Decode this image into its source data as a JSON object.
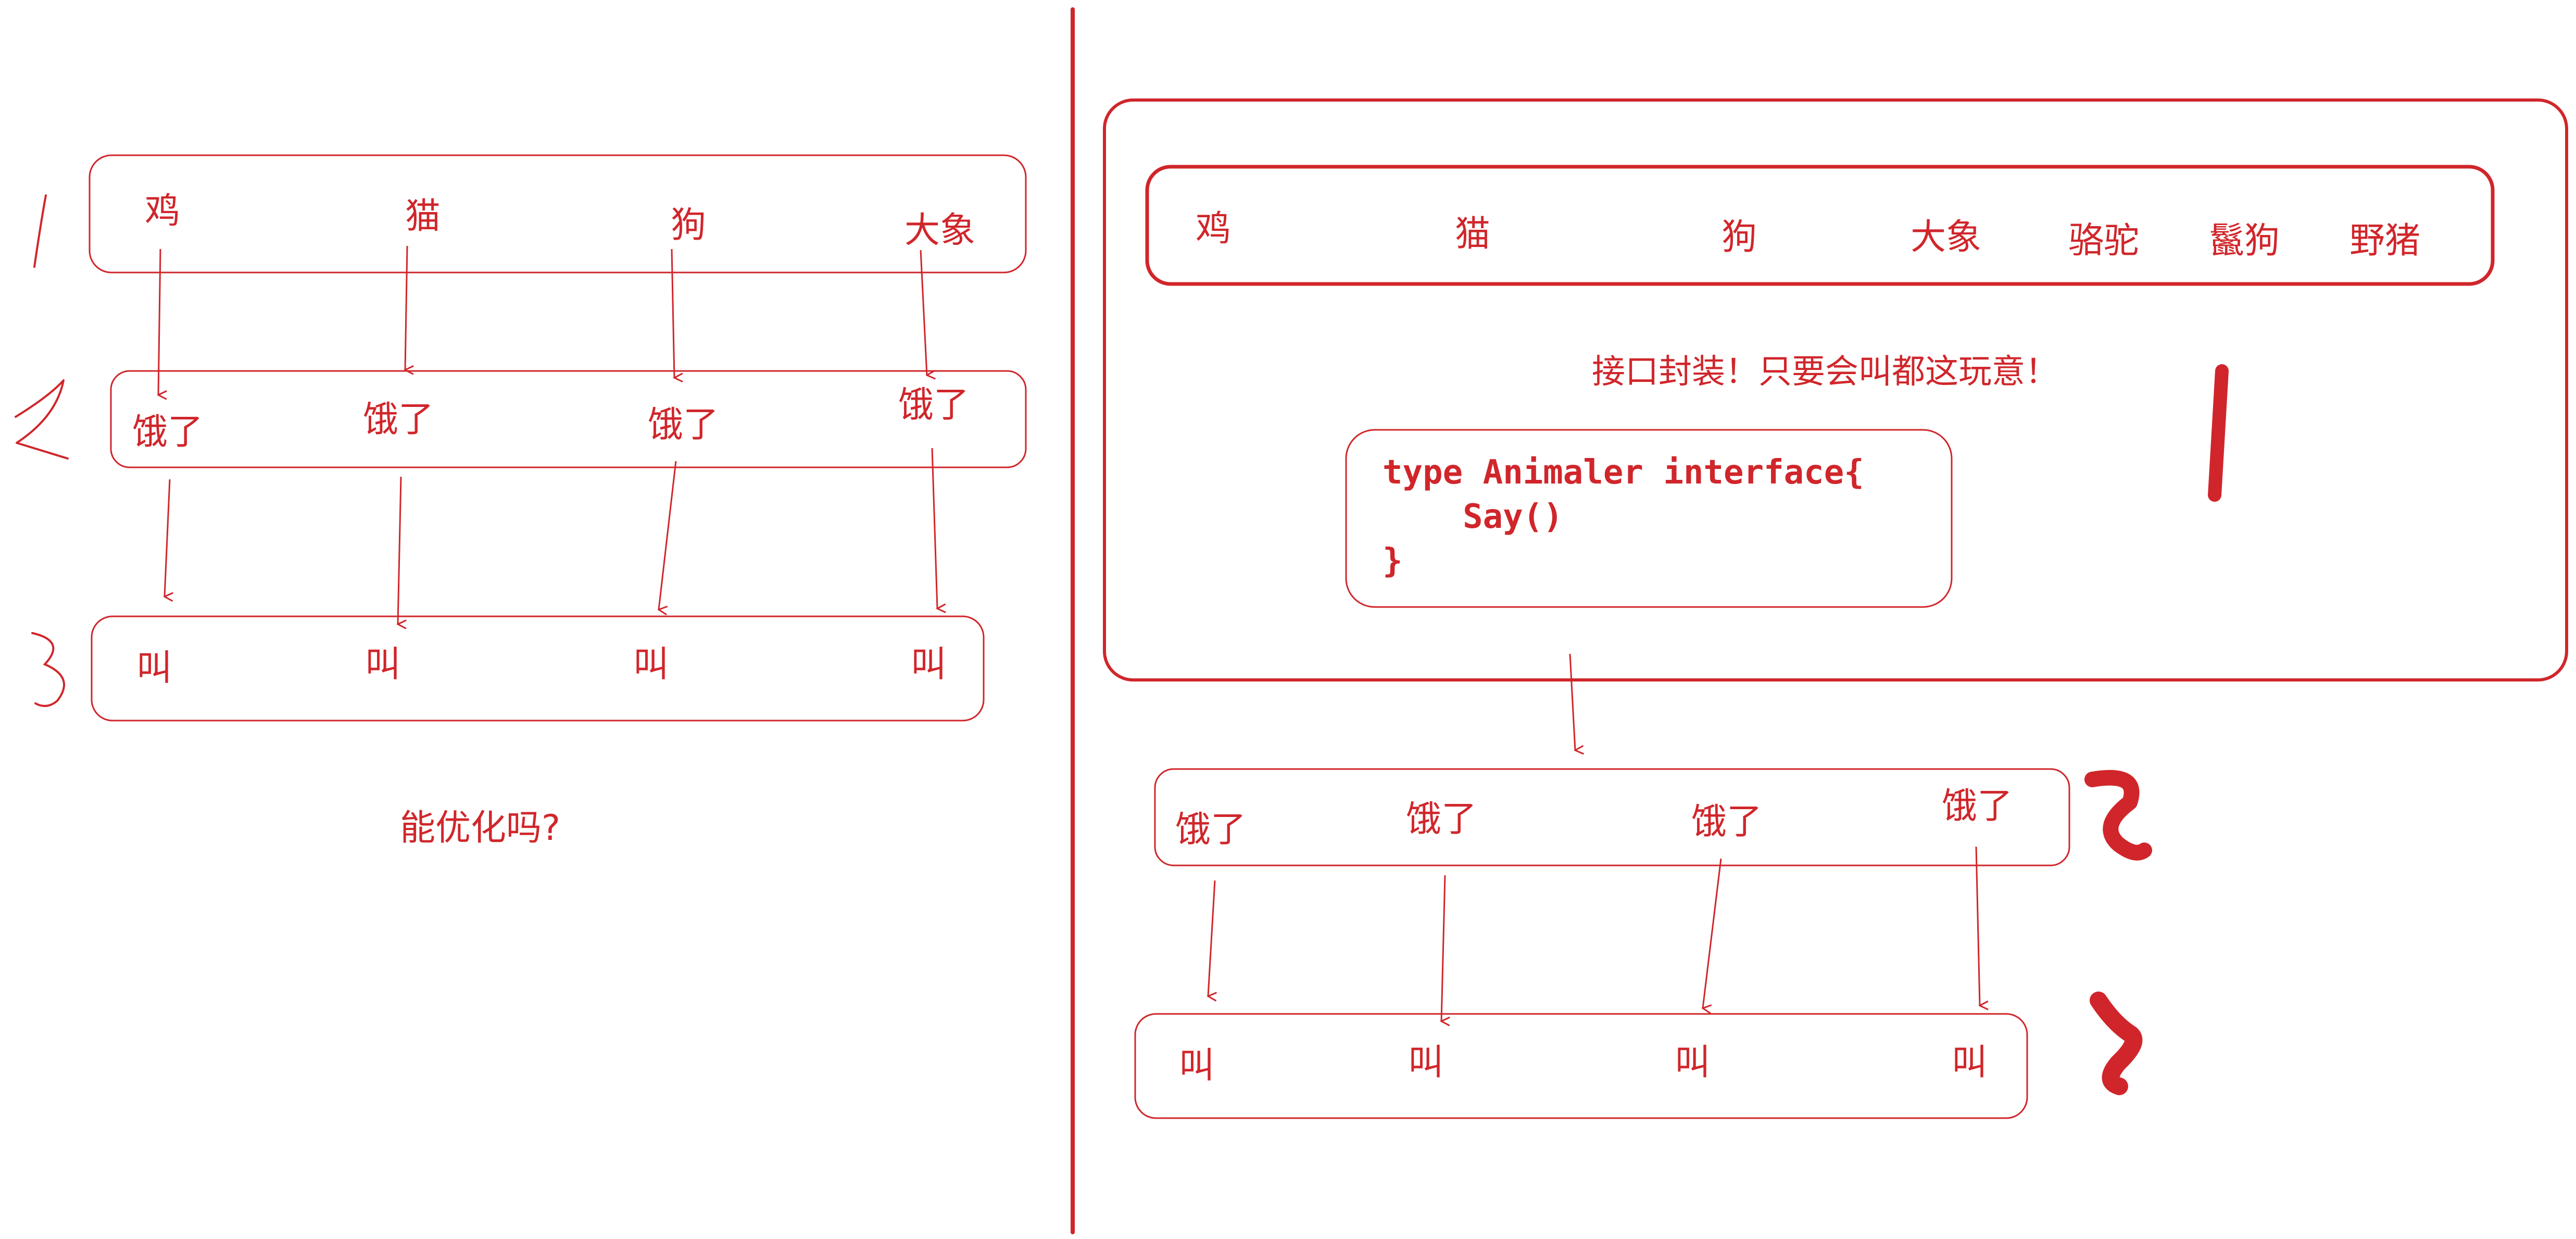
{
  "colors": {
    "ink": "#d0262b"
  },
  "left": {
    "step_markers": [
      "1",
      "2",
      "3"
    ],
    "row1": [
      "鸡",
      "猫",
      "狗",
      "大象"
    ],
    "row2": [
      "饿了",
      "饿了",
      "饿了",
      "饿了"
    ],
    "row3": [
      "叫",
      "叫",
      "叫",
      "叫"
    ],
    "question": "能优化吗?"
  },
  "right": {
    "animals": [
      "鸡",
      "猫",
      "狗",
      "大象",
      "骆驼",
      "鬣狗",
      "野猪"
    ],
    "note": "接口封装！只要会叫都这玩意！",
    "code_lines": [
      "type Animaler interface{",
      "    Say()",
      "}"
    ],
    "row2": [
      "饿了",
      "饿了",
      "饿了",
      "饿了"
    ],
    "row3": [
      "叫",
      "叫",
      "叫",
      "叫"
    ]
  }
}
